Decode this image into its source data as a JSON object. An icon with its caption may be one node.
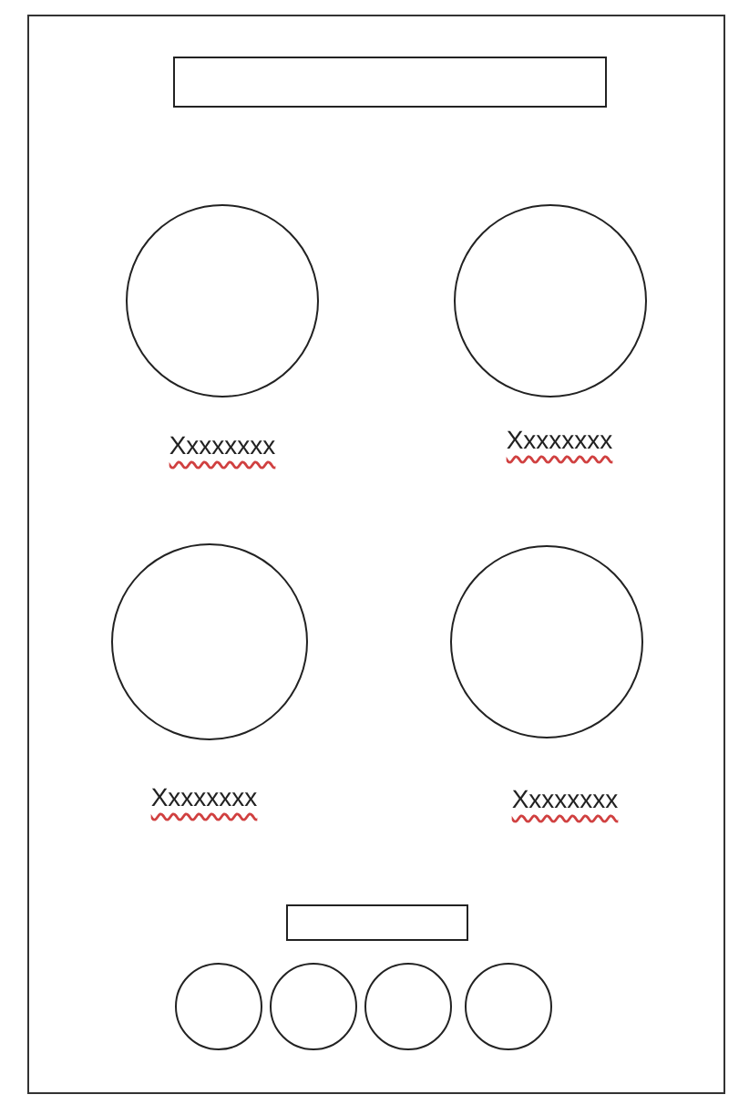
{
  "diagram": {
    "nodes": [
      {
        "text": [],
        "shape": "box"
      },
      {
        "text": [],
        "shape": "circle",
        "beside": [
          "Xxxxxxxx"
        ]
      },
      {
        "text": [],
        "shape": "circle",
        "beside": [
          "Xxxxxxxx"
        ]
      },
      {
        "text": [],
        "shape": "circle",
        "beside": [
          "Xxxxxxxx"
        ]
      },
      {
        "text": [],
        "shape": "circle",
        "beside": [
          "Xxxxxxxx"
        ]
      },
      {
        "text": [],
        "shape": "box"
      },
      {
        "text": [],
        "shape": "circle"
      },
      {
        "text": [],
        "shape": "circle"
      },
      {
        "text": [],
        "shape": "circle"
      },
      {
        "text": [],
        "shape": "circle"
      }
    ]
  }
}
